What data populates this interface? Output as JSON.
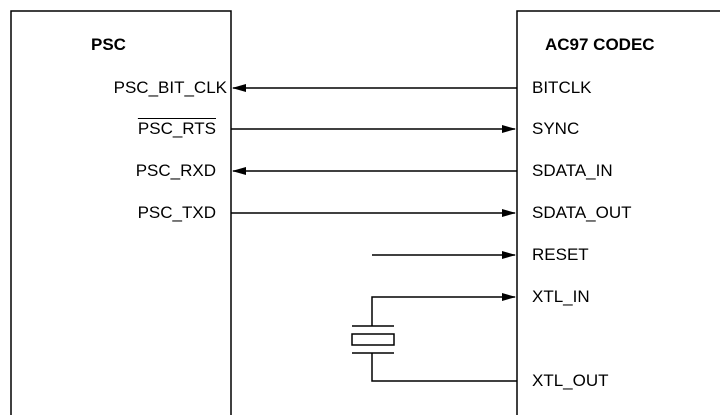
{
  "psc": {
    "title": "PSC",
    "pins": {
      "bit_clk": "PSC_BIT_CLK",
      "rts": "PSC_RTS",
      "rxd": "PSC_RXD",
      "txd": "PSC_TXD"
    }
  },
  "codec": {
    "title": "AC97 CODEC",
    "pins": {
      "bitclk": "BITCLK",
      "sync": "SYNC",
      "sdata_in": "SDATA_IN",
      "sdata_out": "SDATA_OUT",
      "reset": "RESET",
      "xtl_in": "XTL_IN",
      "xtl_out": "XTL_OUT"
    }
  },
  "signals": [
    {
      "from": "codec.bitclk",
      "to": "psc.bit_clk"
    },
    {
      "from": "psc.rts",
      "to": "codec.sync"
    },
    {
      "from": "codec.sdata_in",
      "to": "psc.rxd"
    },
    {
      "from": "psc.txd",
      "to": "codec.sdata_out"
    },
    {
      "from": "external",
      "to": "codec.reset"
    },
    {
      "from": "crystal",
      "to": "codec.xtl_in"
    },
    {
      "from": "crystal",
      "to": "codec.xtl_out"
    }
  ]
}
